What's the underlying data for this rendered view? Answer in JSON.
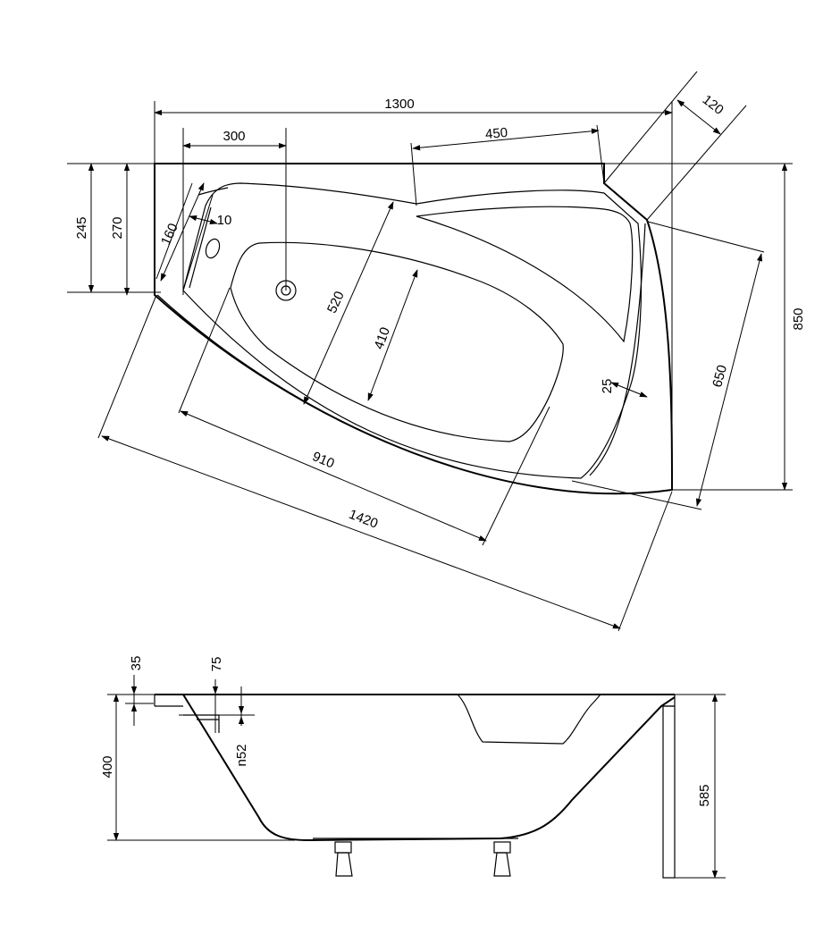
{
  "plan_view": {
    "dimensions": {
      "overall_width": "1300",
      "drain_offset": "300",
      "seat_width": "450",
      "corner_width": "120",
      "depth_overall": "850",
      "depth_left_245": "245",
      "depth_left_270": "270",
      "overflow_160": "160",
      "overflow_10": "10",
      "inner_width_520": "520",
      "inner_width_410": "410",
      "inner_length_910": "910",
      "outer_length_1420": "1420",
      "side_650": "650",
      "wall_25": "25"
    }
  },
  "side_view": {
    "dimensions": {
      "rim_35": "35",
      "overflow_75": "75",
      "drain_n52": "n52",
      "depth_400": "400",
      "height_585": "585"
    }
  },
  "colors": {
    "line": "#000000",
    "background": "#ffffff"
  }
}
